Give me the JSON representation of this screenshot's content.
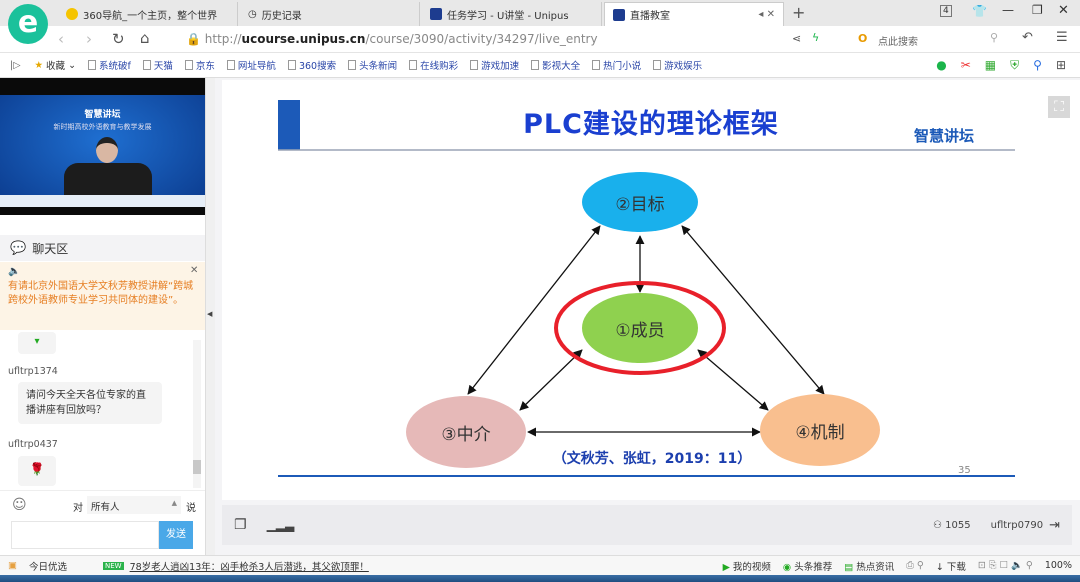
{
  "browser": {
    "tabs": [
      {
        "label": "360导航_一个主页，整个世界"
      },
      {
        "label": "历史记录"
      },
      {
        "label": "任务学习 - U讲堂 - Unipus"
      },
      {
        "label": "直播教室",
        "active": true
      }
    ],
    "tab_count": "4",
    "url_prefix": "http://",
    "url_host": "ucourse.unipus.cn",
    "url_path": "/course/3090/activity/34297/live_entry",
    "search_placeholder": "点此搜索",
    "bookmarks": [
      "收藏",
      "系统破f",
      "天猫",
      "京东",
      "网址导航",
      "360搜索",
      "头条新闻",
      "在线购彩",
      "游戏加速",
      "影视大全",
      "热门小说",
      "游戏娱乐"
    ]
  },
  "video": {
    "title": "智慧讲坛",
    "subtitle": "新时期高校外语教育与教学发展"
  },
  "chat": {
    "title": "聊天区",
    "notice": "有请北京外国语大学文秋芳教授讲解“跨城跨校外语教师专业学习共同体的建设”。",
    "messages": [
      {
        "user": "ufltrp1374",
        "text": "请问今天全天各位专家的直播讲座有回放吗？"
      },
      {
        "user": "ufltrp0437",
        "text": "🌹"
      }
    ],
    "to_label": "对",
    "recipient": "所有人",
    "say_label": "说",
    "send_label": "发送"
  },
  "slide": {
    "title": "PLC建设的理论框架",
    "brand": "智慧讲坛",
    "nodes": {
      "goal": "②目标",
      "member": "①成员",
      "mediator": "③中介",
      "mechanism": "④机制"
    },
    "citation": "（文秋芳、张虹，2019：11）",
    "page_number": "35",
    "colors": {
      "goal": "#19b0ec",
      "member": "#8fd14f",
      "mediator": "#e6b9b8",
      "mechanism": "#f9bf8f",
      "highlight": "#e8202a",
      "title": "#1a3fd0"
    }
  },
  "toolbar": {
    "viewer_count": "1055",
    "username": "ufltrp0790"
  },
  "statusbar": {
    "left": "今日优选",
    "news": "78岁老人逍凶13年：凶手枪杀3人后潜逃，其父欲顶罪！",
    "items": [
      "我的视频",
      "头条推荐",
      "热点资讯",
      "下载"
    ],
    "zoom": "100%"
  }
}
